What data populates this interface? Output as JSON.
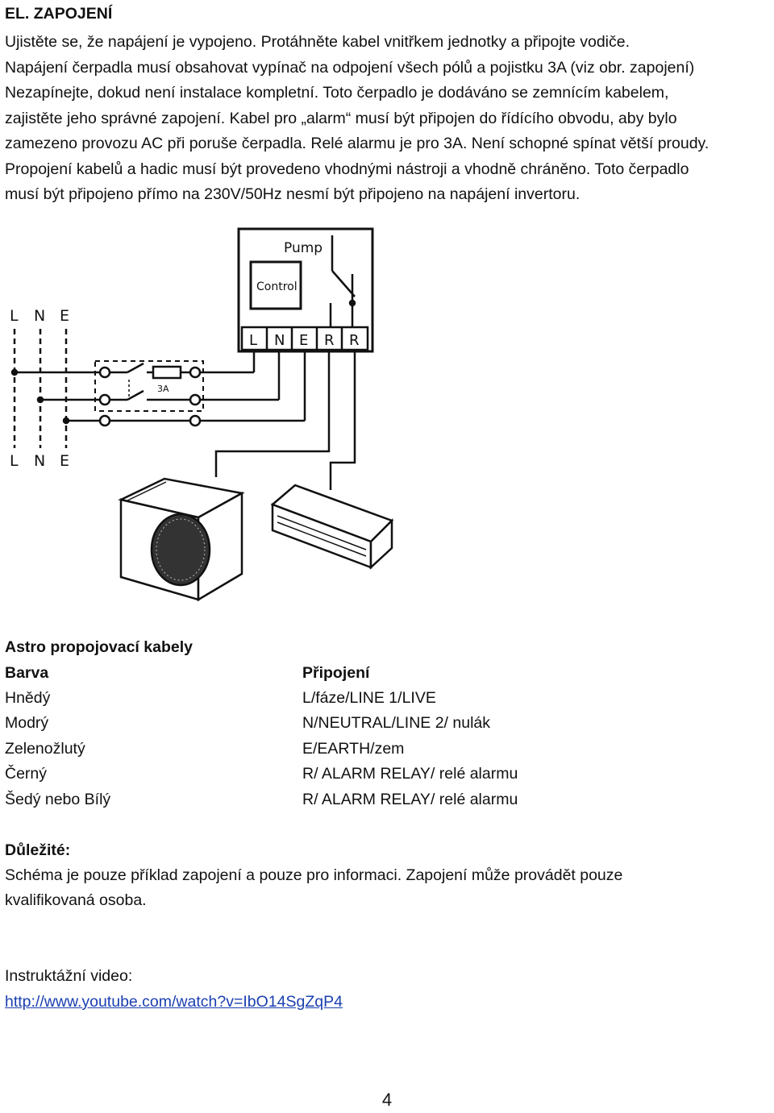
{
  "heading": "EL. ZAPOJENÍ",
  "intro_lines": [
    "Ujistěte se, že napájení je vypojeno. Protáhněte kabel vnitřkem jednotky a připojte vodiče.",
    "Napájení čerpadla musí obsahovat vypínač na odpojení všech pólů a pojistku 3A (viz obr. zapojení)",
    "Nezapínejte, dokud není instalace kompletní. Toto čerpadlo je dodáváno se zemnícím kabelem,",
    "zajistěte jeho správné zapojení. Kabel pro „alarm“ musí být připojen do řídícího obvodu, aby bylo",
    "zamezeno provozu AC při poruše čerpadla. Relé alarmu je pro 3A. Není schopné spínat větší proudy.",
    "Propojení kabelů a hadic musí být provedeno vhodnými nástroji a vhodně chráněno. Toto čerpadlo",
    "musí být připojeno přímo na 230V/50Hz nesmí být připojeno na napájení invertoru."
  ],
  "diagram": {
    "pump_label": "Pump",
    "control_label": "Control",
    "terminals": [
      "L",
      "N",
      "E",
      "R",
      "R"
    ],
    "top_lines": [
      "L",
      "N",
      "E"
    ],
    "bottom_lines": [
      "L",
      "N",
      "E"
    ],
    "fuse_label": "3A"
  },
  "cables": {
    "title": "Astro propojovací kabely",
    "col1_header": "Barva",
    "col2_header": "Připojení",
    "rows": [
      {
        "color": "Hnědý",
        "connection": "L/fáze/LINE 1/LIVE"
      },
      {
        "color": "Modrý",
        "connection": "N/NEUTRAL/LINE 2/ nulák"
      },
      {
        "color": "Zelenožlutý",
        "connection": "E/EARTH/zem"
      },
      {
        "color": "Černý",
        "connection": "R/ ALARM RELAY/ relé alarmu"
      },
      {
        "color": "Šedý nebo Bílý",
        "connection": "R/ ALARM RELAY/ relé alarmu"
      }
    ]
  },
  "important": {
    "title": "Důležité:",
    "line1": "Schéma je pouze příklad zapojení a pouze pro informaci. Zapojení může provádět pouze",
    "line2": "kvalifikovaná osoba."
  },
  "video": {
    "label": "Instruktážní video:",
    "url": "http://www.youtube.com/watch?v=IbO14SgZqP4"
  },
  "page_number": "4"
}
